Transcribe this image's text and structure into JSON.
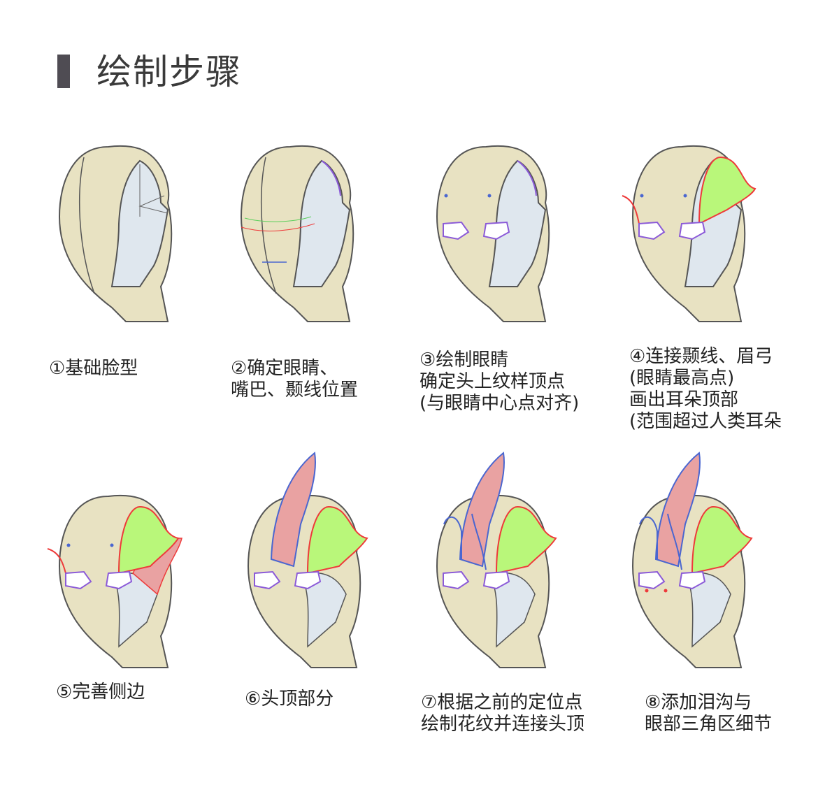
{
  "title": "绘制步骤",
  "steps": [
    {
      "lines": [
        "①基础脸型"
      ]
    },
    {
      "lines": [
        "②确定眼睛、",
        "嘴巴、颞线位置"
      ]
    },
    {
      "lines": [
        "③绘制眼睛",
        "确定头上纹样顶点",
        "(与眼睛中心点对齐)"
      ]
    },
    {
      "lines": [
        "④连接颞线、眉弓",
        "(眼睛最高点)",
        "画出耳朵顶部",
        "(范围超过人类耳朵"
      ]
    },
    {
      "lines": [
        "⑤完善侧边"
      ]
    },
    {
      "lines": [
        "⑥头顶部分"
      ]
    },
    {
      "lines": [
        "⑦根据之前的定位点",
        "绘制花纹并连接头顶"
      ]
    },
    {
      "lines": [
        "⑧添加泪沟与",
        "眼部三角区细节"
      ]
    }
  ],
  "colors": {
    "skin": "#e8e2c2",
    "side": "#dfe7ee",
    "ear": "#b9f77a",
    "crest": "#e9a2a2",
    "outline": "#555555",
    "red": "#ee3a3a",
    "purple": "#8b5ad8",
    "blue": "#4a66d0"
  }
}
